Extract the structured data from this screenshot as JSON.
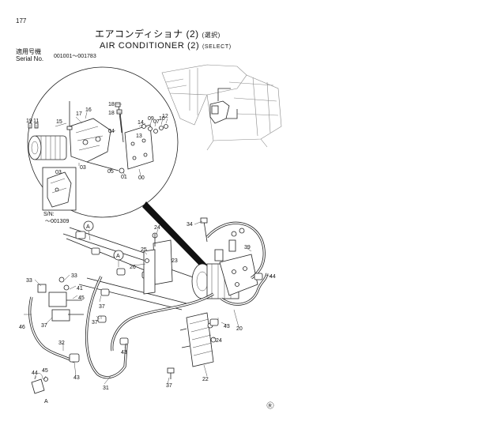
{
  "header": {
    "page_number": "177",
    "title_jp": "エアコンディショナ (2)",
    "title_jp_sub": "(選択)",
    "title_en": "AIR CONDITIONER (2)",
    "title_en_sub": "(SELECT)",
    "serial_label_jp": "適用号機",
    "serial_label_en": "Serial No.",
    "serial_range": "001001～001783"
  },
  "detail_inset": {
    "callouts": [
      "18",
      "18",
      "19",
      "11",
      "15",
      "17",
      "16",
      "14",
      "09",
      "07",
      "10",
      "12",
      "04",
      "13",
      "03",
      "05",
      "01",
      "00"
    ],
    "sub_box": {
      "callout": "03",
      "sn_label": "S/N:",
      "sn_value": "～001309"
    }
  },
  "main_assembly": {
    "callouts": [
      "34",
      "39",
      "44",
      "24",
      "23",
      "25",
      "26",
      "33",
      "33",
      "41",
      "45",
      "46",
      "37",
      "37",
      "37",
      "43",
      "43",
      "24",
      "20",
      "32",
      "43",
      "31",
      "37",
      "22"
    ],
    "view_markers": [
      "A",
      "A"
    ]
  },
  "clip_detail": {
    "callouts": [
      "44",
      "45"
    ],
    "view_label": "A"
  },
  "mark": "R"
}
